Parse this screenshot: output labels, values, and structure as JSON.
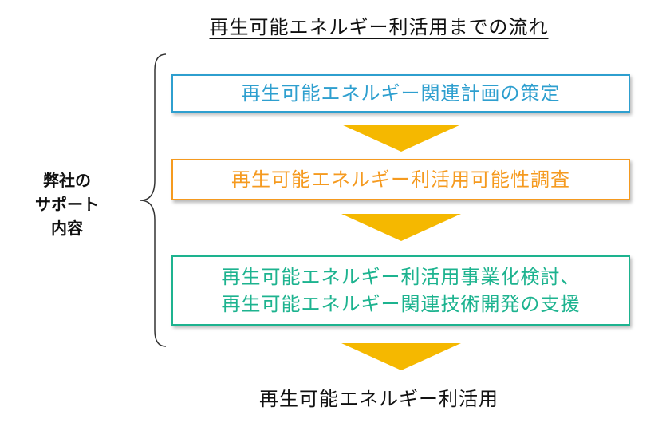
{
  "title": "再生可能エネルギー利活用までの流れ",
  "side_label": {
    "lines": [
      "弊社の",
      "サポート",
      "内容"
    ]
  },
  "steps": [
    {
      "lines": [
        "再生可能エネルギー関連計画の策定"
      ],
      "color": "#2E9FCF"
    },
    {
      "lines": [
        "再生可能エネルギー利活用可能性調査"
      ],
      "color": "#F59A1F"
    },
    {
      "lines": [
        "再生可能エネルギー利活用事業化検討、",
        "再生可能エネルギー関連技術開発の支援"
      ],
      "color": "#1DB38F"
    }
  ],
  "arrow_color": "#F5B800",
  "result": "再生可能エネルギー利活用"
}
